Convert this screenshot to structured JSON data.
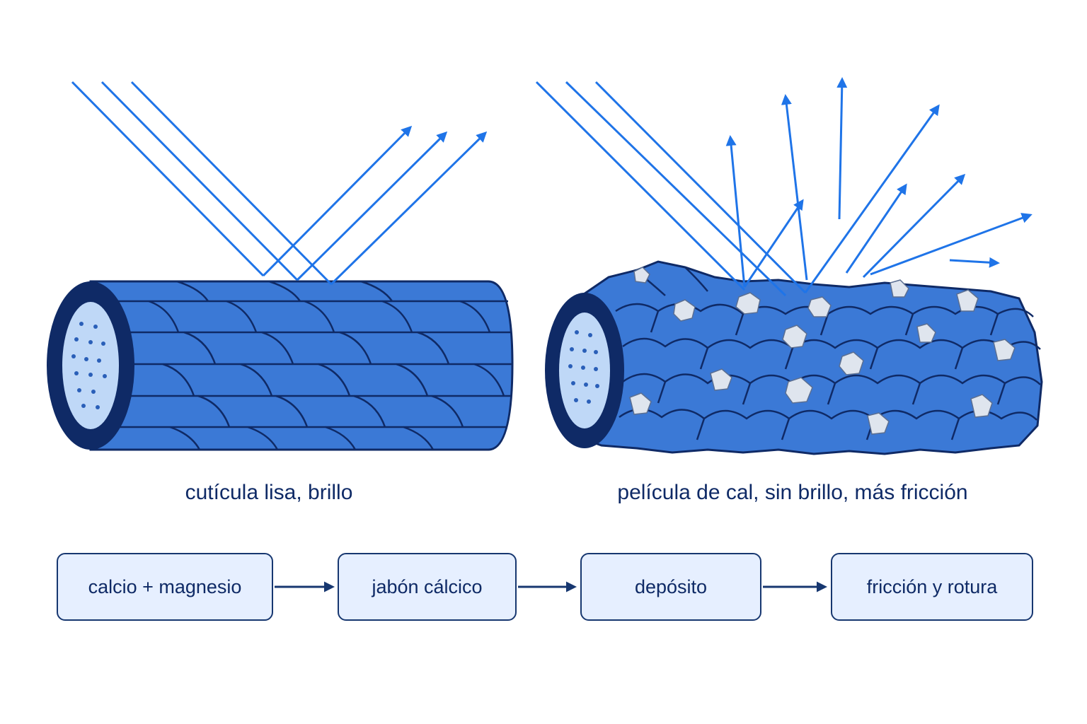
{
  "panels": {
    "left_caption": "cutícula lisa, brillo",
    "right_caption": "película de cal, sin brillo, más fricción"
  },
  "flow": {
    "steps": [
      {
        "label": "calcio + magnesio"
      },
      {
        "label": "jabón cálcico"
      },
      {
        "label": "depósito"
      },
      {
        "label": "fricción y rotura"
      }
    ]
  },
  "colors": {
    "ray": "#1f74e8",
    "scale_fill": "#3b79d6",
    "outline": "#0f2a66",
    "core": "#bfd8f7",
    "crystal": "#dfe5ee",
    "box_fill": "#e6efff"
  }
}
